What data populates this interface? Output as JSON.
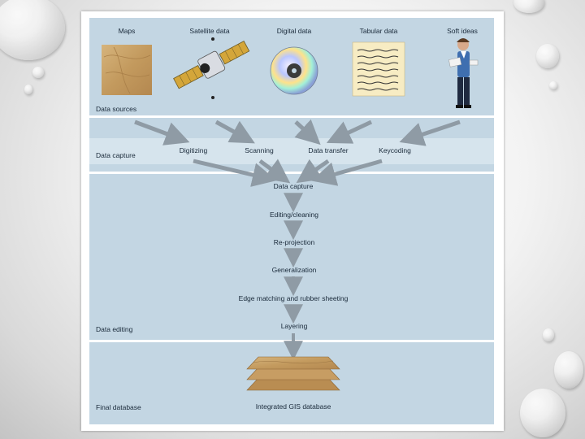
{
  "sources": {
    "maps": "Maps",
    "satellite": "Satellite data",
    "digital": "Digital data",
    "tabular": "Tabular data",
    "soft": "Soft ideas",
    "row_label": "Data sources"
  },
  "capture": {
    "row_label": "Data capture",
    "methods": [
      "Digitizing",
      "Scanning",
      "Data transfer",
      "Keycoding"
    ]
  },
  "editing": {
    "row_label": "Data editing",
    "steps": [
      "Data capture",
      "Editing/cleaning",
      "Re-projection",
      "Generalization",
      "Edge matching and rubber sheeting",
      "Layering"
    ]
  },
  "final": {
    "row_label": "Final database",
    "caption": "Integrated GIS database"
  },
  "icons": [
    "map-thumbnail-icon",
    "satellite-icon",
    "cd-disc-icon",
    "tabular-sheet-icon",
    "person-icon",
    "stacked-layers-icon"
  ],
  "colors": {
    "panel": "#c3d6e3",
    "band": "#d6e4ed",
    "arrow": "#8f9ba5",
    "map_tan": "#c9a36a"
  }
}
